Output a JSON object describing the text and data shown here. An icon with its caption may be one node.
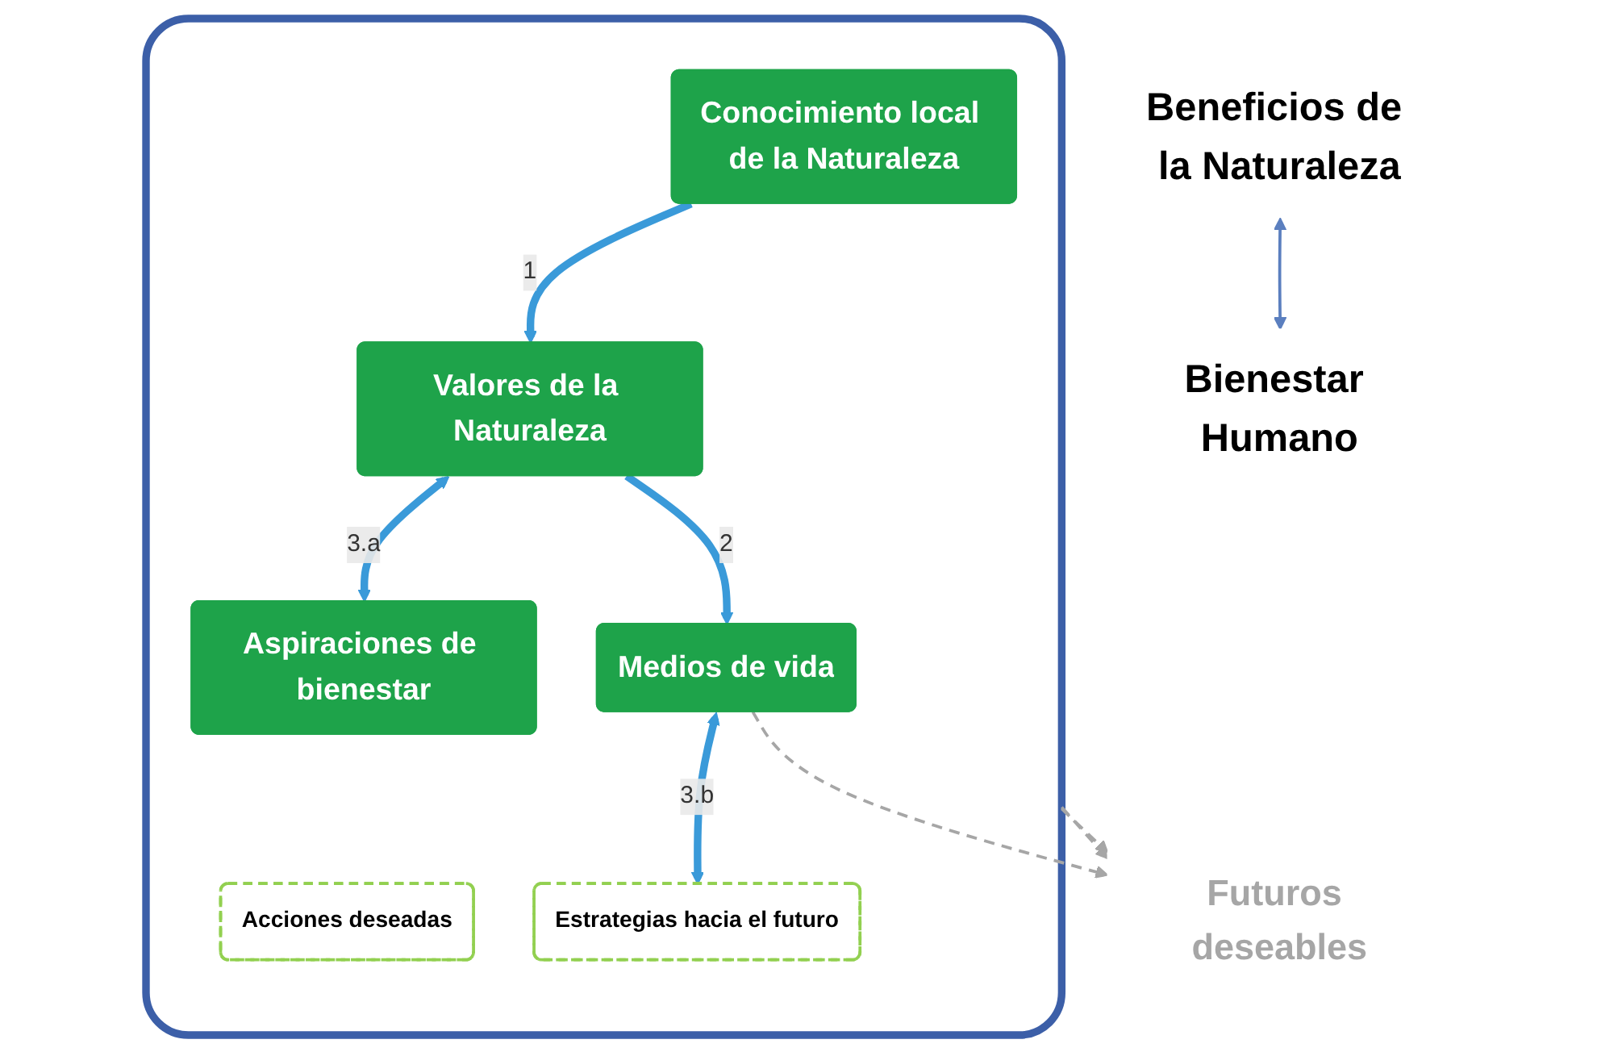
{
  "diagram": {
    "nodes": [
      {
        "text": [
          "Beneficios de la Naturaleza"
        ]
      },
      {
        "text": [
          "Bienestar Humano"
        ]
      },
      {
        "text": [],
        "shape": "box"
      },
      {
        "text": [
          "Conocimiento local de la Naturaleza"
        ],
        "in": 2
      },
      {
        "text": [
          "Valores de la Naturaleza"
        ],
        "in": 2
      },
      {
        "text": [
          "Aspiraciones de bienestar"
        ],
        "in": 2
      },
      {
        "text": [
          "Acciones deseadas"
        ],
        "in": 2
      },
      {
        "text": [
          "Estrategias hacia el futuro"
        ],
        "in": 2
      },
      {
        "text": [
          "Medios de vida"
        ],
        "in": 2
      },
      {
        "text": [
          "Futuros deseables"
        ]
      }
    ],
    "edges": [
      {
        "from": 0,
        "to": 1,
        "arrow": "both"
      },
      {
        "from": 3,
        "to": 4,
        "arrow": "to",
        "label": "1",
        "style": "thick",
        "color": "#3a9ad9"
      },
      {
        "from": 4,
        "to": 5,
        "arrow": "both",
        "label": "3.a",
        "style": "thick",
        "color": "#3a9ad9"
      },
      {
        "from": 4,
        "to": 8,
        "arrow": "to",
        "label": "2",
        "style": "thick",
        "color": "#3a9ad9"
      },
      {
        "from": 8,
        "to": 7,
        "arrow": "both",
        "label": "3.b",
        "style": "thick",
        "color": "#3a9ad9"
      },
      {
        "from": 2,
        "to": 9,
        "arrow": "to",
        "style": "dashed",
        "color": "#a6a6a6"
      },
      {
        "from": 8,
        "to": 9,
        "arrow": "to",
        "style": "dashed",
        "color": "#a6a6a6"
      },
      {
        "from": 2,
        "to": 9,
        "arrow": "to",
        "style": "dashed",
        "color": "#a6a6a6"
      }
    ]
  }
}
